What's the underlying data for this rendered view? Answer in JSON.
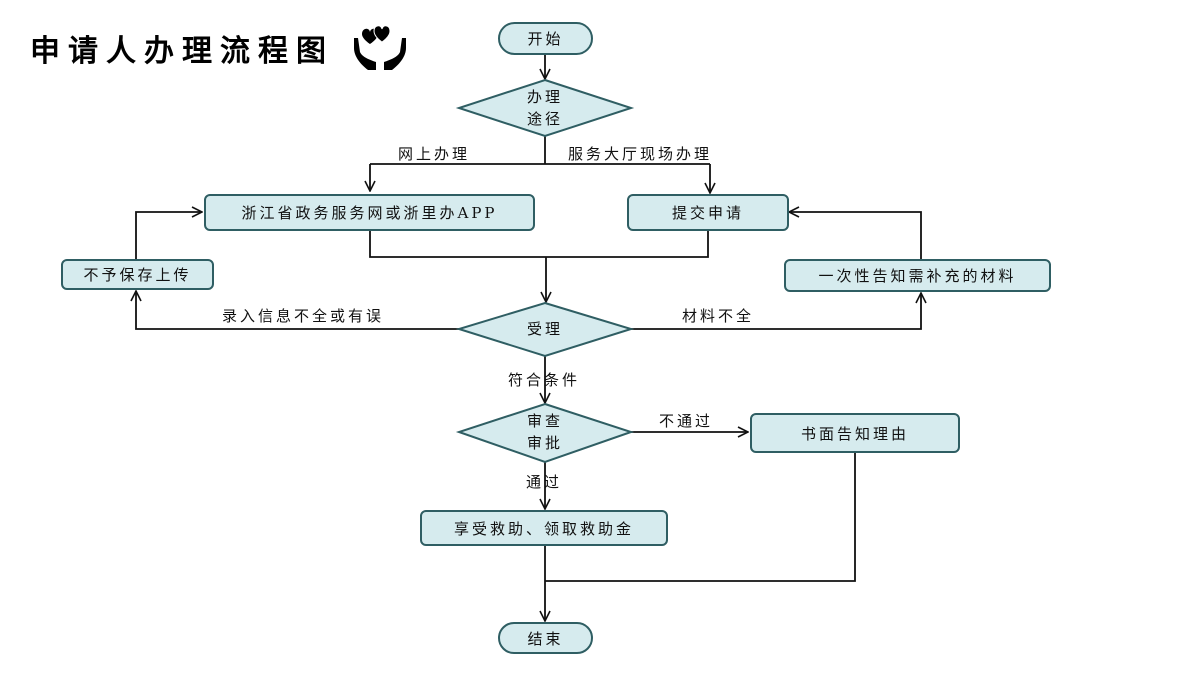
{
  "title": "申请人办理流程图",
  "logo_icon": "hands-holding-hearts-icon",
  "colors": {
    "node_fill": "#d6ebee",
    "node_border": "#2f5e63",
    "line": "#111111"
  },
  "nodes": {
    "start": "开始",
    "route_line1": "办理",
    "route_line2": "途径",
    "online_platform": "浙江省政务服务网或浙里办APP",
    "submit": "提交申请",
    "reject_upload": "不予保存上传",
    "notify_materials": "一次性告知需补充的材料",
    "accept": "受理",
    "review_line1": "审查",
    "review_line2": "审批",
    "written_reason": "书面告知理由",
    "receive_aid": "享受救助、领取救助金",
    "end": "结束"
  },
  "edges": {
    "online": "网上办理",
    "hall": "服务大厅现场办理",
    "info_incomplete": "录入信息不全或有误",
    "materials_incomplete": "材料不全",
    "qualified": "符合条件",
    "not_passed": "不通过",
    "passed": "通过"
  }
}
